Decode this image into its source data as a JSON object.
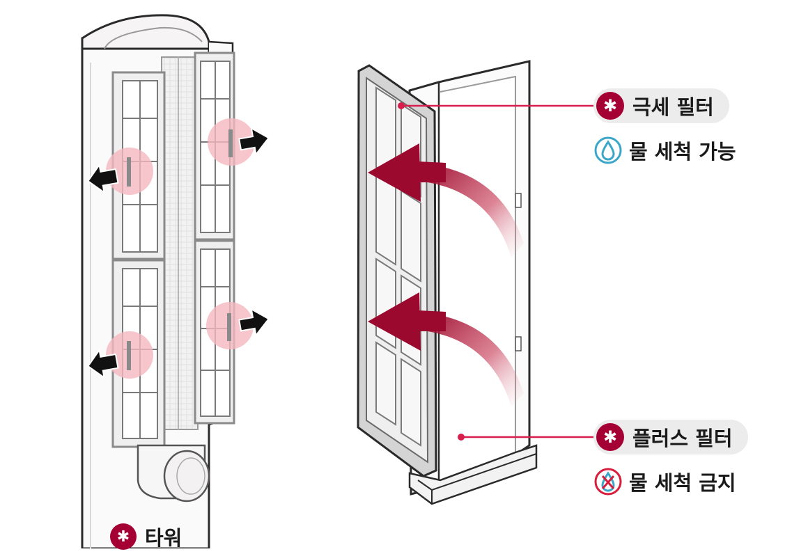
{
  "labels": {
    "fine_filter": "극세 필터",
    "fine_filter_wash": "물 세척 가능",
    "plus_filter": "플러스 필터",
    "plus_filter_wash": "물 세척 금지",
    "tower": "타워"
  },
  "icons": {
    "badge": "star-icon",
    "wash_ok": "water-drop-icon",
    "wash_no": "no-water-drop-icon"
  },
  "colors": {
    "brand": "#a50034",
    "arrow": "#9b0a2e",
    "highlight": "#f4b8bf",
    "pill": "#ececec",
    "wash_ok": "#3aa7c9",
    "wash_no": "#d81e3c"
  }
}
